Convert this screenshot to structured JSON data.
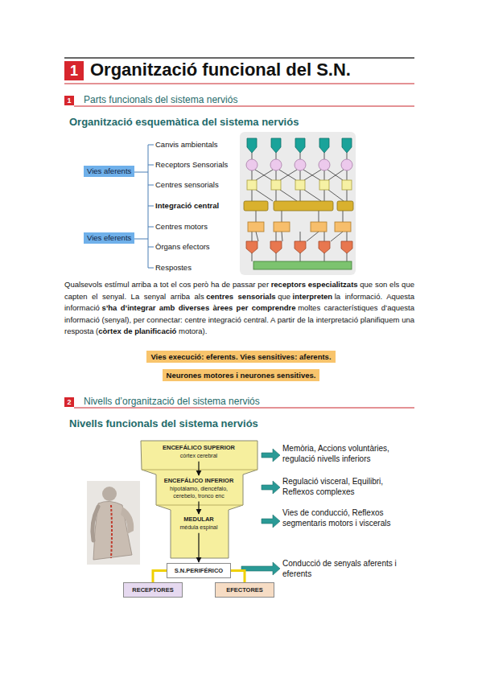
{
  "diagram": {
    "title": "Organització funcional del S.N.",
    "nodes": [
      {
        "text": [
          "1"
        ]
      },
      {
        "text": [
          "1"
        ]
      },
      {
        "text": [
          "2"
        ]
      },
      {
        "text": [
          "ENCEFÁLICO SUPERIOR",
          "córtex cerebral"
        ]
      },
      {
        "text": [
          "ENCEFÁLICO INFERIOR",
          "hipotálamo, diencéfalo, cerebelo, tronco enc"
        ]
      },
      {
        "text": [
          "MEDULAR",
          "médula espinal"
        ]
      },
      {
        "text": [
          "S.N.PERIFÉRICO"
        ]
      },
      {
        "text": [
          "RECEPTORES"
        ]
      },
      {
        "text": [
          "EFECTORES"
        ]
      }
    ],
    "edges": [
      {
        "from": 3,
        "to": 4,
        "arrow": "to"
      },
      {
        "from": 4,
        "to": 5,
        "arrow": "to"
      },
      {
        "from": 5,
        "to": 6,
        "arrow": "to"
      },
      {
        "from": 6,
        "to": 7,
        "arrow": "none"
      },
      {
        "from": 6,
        "to": 8,
        "arrow": "none"
      }
    ],
    "labels": [
      "Parts funcionals del sistema nerviós",
      "Organització esquemàtica del sistema nerviós",
      "Canvis ambientals",
      "Receptors Sensorials",
      "Centres sensorials",
      "Integració central",
      "Centres motors",
      "Òrgans efectors",
      "Respostes",
      "Vies aferents",
      "Vies eferents",
      "Qualsevols estímul arriba a tot el cos però ha de passar per",
      "receptors especialitzats",
      "que son els que capten el senyal. La senyal arriba als",
      "centres sensorials",
      "que",
      "interpreten",
      "la informació. Aquesta informació",
      "s’ha d’integrar amb diverses àrees per comprendre",
      "moltes característiques d’aquesta informació (senyal), per connectar: centre integració central. A partir de la interpretació planifiquem una resposta (",
      "còrtex de planificació",
      "motora).",
      "Vies execució: eferents. Vies sensitives: aferents.",
      "Neurones motores i neurones sensitives.",
      "Nivells d’organització del sistema nerviós",
      "Nivells funcionals del sistema nerviós",
      "Memòria, Accions voluntàries, regulació nivells inferiors",
      "Regulació visceral, Equilibri, Reflexos complexes",
      "Vies de conducció, Reflexos segmentaris motors i viscerals",
      "Conducció de senyals aferents i eferents"
    ]
  }
}
